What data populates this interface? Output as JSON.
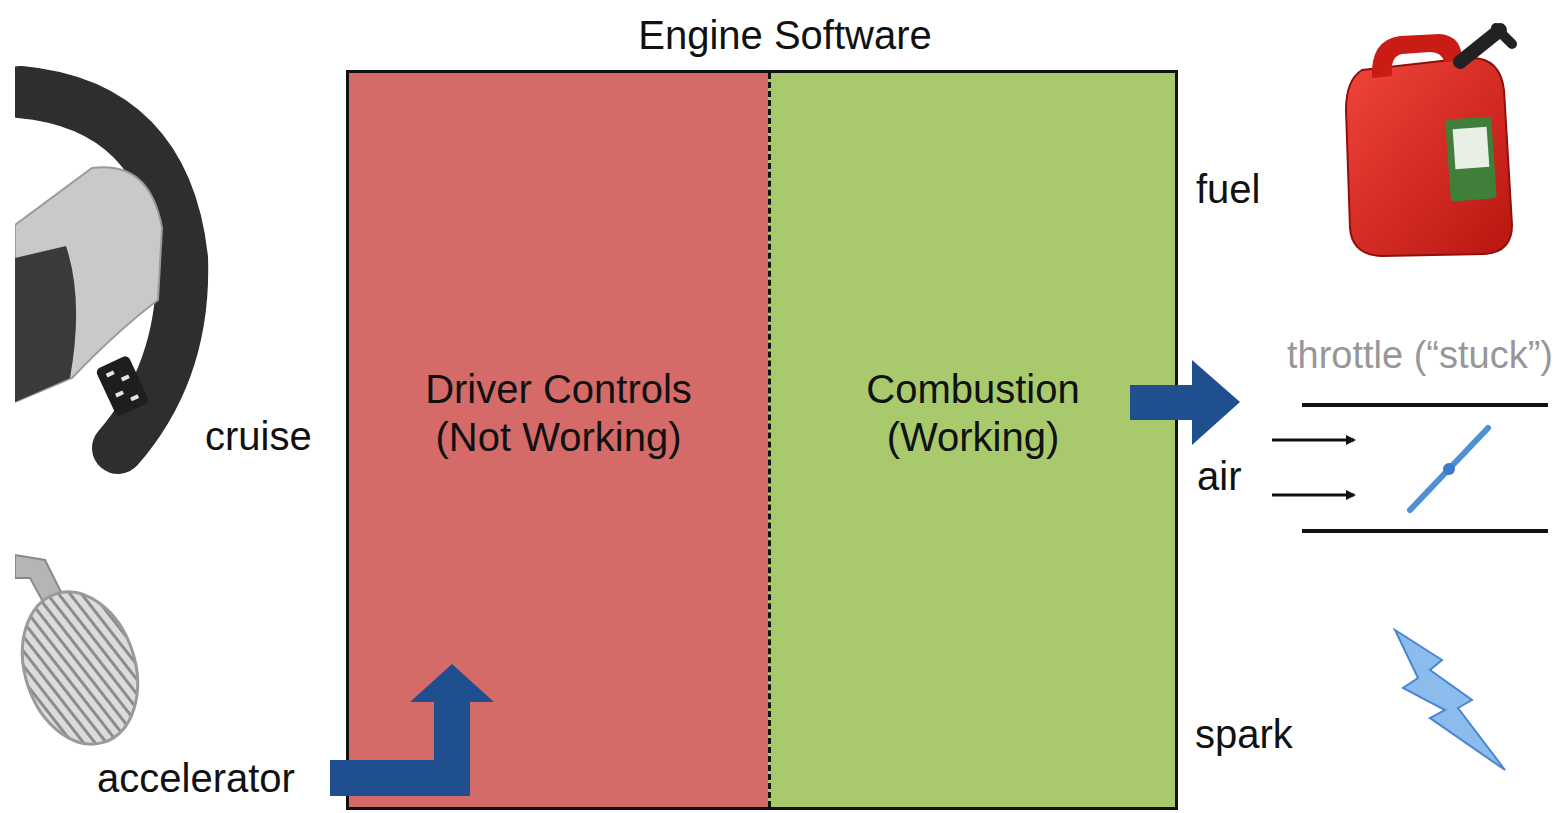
{
  "diagram": {
    "nodes": [
      {
        "text": [
          "Engine Software"
        ]
      },
      {
        "text": [
          "Driver Controls (Not Working)"
        ],
        "in": 0
      },
      {
        "text": [
          "Combustion (Working)"
        ],
        "in": 0
      }
    ],
    "labels": [
      "cruise",
      "accelerator",
      "fuel",
      "throttle (“stuck”)",
      "air",
      "spark"
    ]
  }
}
